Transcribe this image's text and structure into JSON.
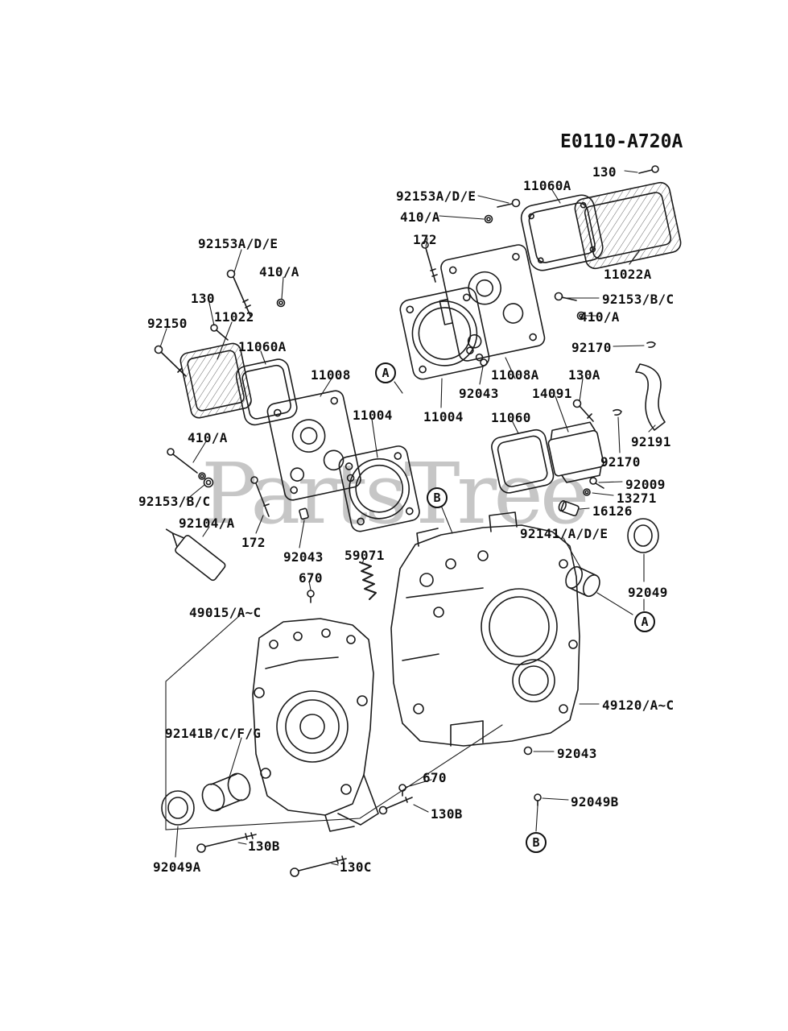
{
  "page": {
    "title": "E0110-A720A",
    "watermark": "PartsTree",
    "line_color": "#1a1a1a",
    "watermark_color": "#c6c6c6"
  },
  "labels": [
    {
      "text": "92153A/D/E"
    },
    {
      "text": "410/A"
    },
    {
      "text": "172"
    },
    {
      "text": "11060A"
    },
    {
      "text": "130"
    },
    {
      "text": "11022A"
    },
    {
      "text": "92153/B/C"
    },
    {
      "text": "410/A"
    },
    {
      "text": "92170"
    },
    {
      "text": "92153A/D/E"
    },
    {
      "text": "410/A"
    },
    {
      "text": "130"
    },
    {
      "text": "92150"
    },
    {
      "text": "11022"
    },
    {
      "text": "11060A"
    },
    {
      "text": "11008"
    },
    {
      "text": "11004"
    },
    {
      "text": "11004"
    },
    {
      "text": "92043"
    },
    {
      "text": "11008A"
    },
    {
      "text": "14091"
    },
    {
      "text": "130A"
    },
    {
      "text": "11060"
    },
    {
      "text": "92191"
    },
    {
      "text": "92170"
    },
    {
      "text": "92009"
    },
    {
      "text": "13271"
    },
    {
      "text": "16126"
    },
    {
      "text": "410/A"
    },
    {
      "text": "92153/B/C"
    },
    {
      "text": "92104/A"
    },
    {
      "text": "172"
    },
    {
      "text": "92043"
    },
    {
      "text": "59071"
    },
    {
      "text": "670"
    },
    {
      "text": "92141/A/D/E"
    },
    {
      "text": "92049"
    },
    {
      "text": "49015/A~C"
    },
    {
      "text": "92141B/C/F/G"
    },
    {
      "text": "49120/A~C"
    },
    {
      "text": "92043"
    },
    {
      "text": "670"
    },
    {
      "text": "92049B"
    },
    {
      "text": "130B"
    },
    {
      "text": "130B"
    },
    {
      "text": "130C"
    },
    {
      "text": "92049A"
    }
  ],
  "callouts": [
    {
      "text": "A"
    },
    {
      "text": "B"
    },
    {
      "text": "A"
    },
    {
      "text": "B"
    }
  ]
}
